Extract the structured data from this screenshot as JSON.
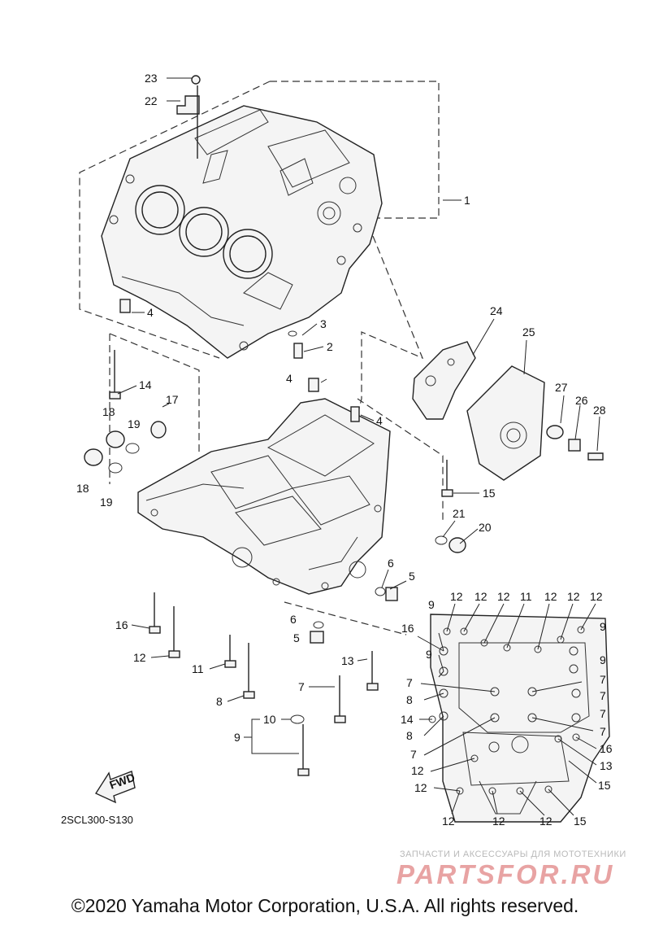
{
  "callouts": [
    "1",
    "2",
    "3",
    "4",
    "4",
    "4",
    "5",
    "5",
    "6",
    "6",
    "7",
    "8",
    "9",
    "10",
    "11",
    "12",
    "13",
    "14",
    "15",
    "16",
    "17",
    "18",
    "18",
    "19",
    "19",
    "20",
    "21",
    "22",
    "23",
    "24",
    "25",
    "26",
    "27",
    "28"
  ],
  "inset_labels": [
    "12",
    "12",
    "12",
    "11",
    "12",
    "12",
    "12",
    "9",
    "16",
    "9",
    "9",
    "9",
    "7",
    "7",
    "7",
    "8",
    "7",
    "14",
    "7",
    "8",
    "7",
    "16",
    "13",
    "12",
    "15",
    "12",
    "12",
    "12",
    "12",
    "15"
  ],
  "fwd_label": "FWD",
  "diagram_code": "2SCL300-S130",
  "watermark": {
    "tagline": "ЗАПЧАСТИ И АКСЕССУАРЫ ДЛЯ МОТОТЕХНИКИ",
    "logo": "PARTSFOR.RU",
    "color": "#e8a3a3"
  },
  "copyright": "©2020 Yamaha Motor Corporation, U.S.A. All rights reserved."
}
